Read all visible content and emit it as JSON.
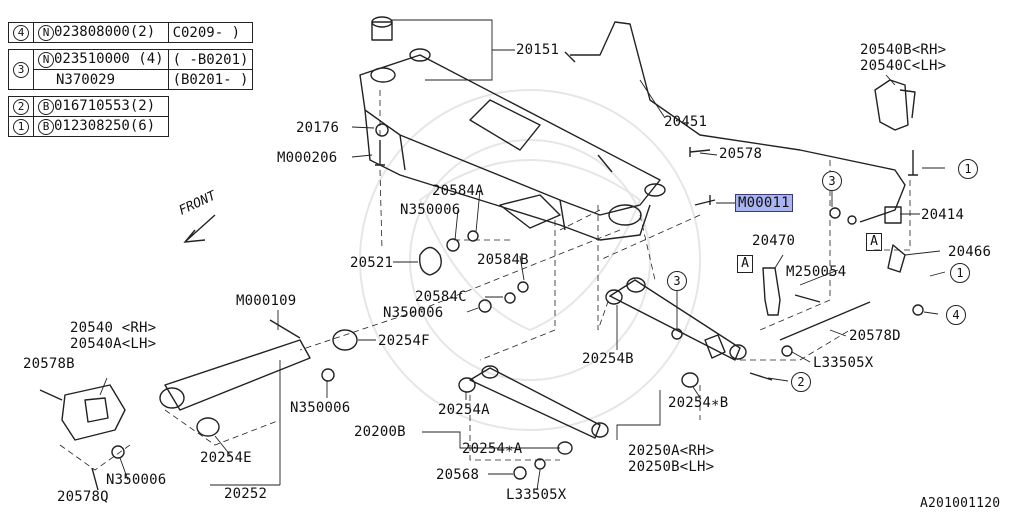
{
  "legend": {
    "rows": [
      {
        "ref": "4",
        "type": "N",
        "part": "023808000(2)",
        "range": "C0209-  )"
      },
      {
        "ref": "3",
        "type": "N",
        "part": "023510000 (4)",
        "range": "(  -B0201)"
      },
      {
        "ref": "",
        "type": "",
        "part": "N370029",
        "range": "(B0201-  )"
      },
      {
        "ref": "2",
        "type": "B",
        "part": "016710553(2)",
        "range": ""
      },
      {
        "ref": "1",
        "type": "B",
        "part": "012308250(6)",
        "range": ""
      }
    ]
  },
  "labels": {
    "p20151": "20151",
    "p20176": "20176",
    "pM000206": "M000206",
    "p20451": "20451",
    "p20578": "20578",
    "pM00011": "M00011",
    "p20540b": "20540B<RH>",
    "p20540c": "20540C<LH>",
    "p20584a": "20584A",
    "pN350006a": "N350006",
    "p20521": "20521",
    "p20584b": "20584B",
    "p20584c": "20584C",
    "pN350006b": "N350006",
    "p20414": "20414",
    "p20470": "20470",
    "p20466": "20466",
    "pM250054": "M250054",
    "pM000109": "M000109",
    "p20540rh": "20540 <RH>",
    "p20540alh": "20540A<LH>",
    "p20254f": "20254F",
    "p20578b": "20578B",
    "pN350006c": "N350006",
    "p20254b": "20254B",
    "p20578d": "20578D",
    "pL33505x1": "L33505X",
    "p20254a": "20254A",
    "p20254starb": "20254∗B",
    "p20200b": "20200B",
    "p20254stara": "20254∗A",
    "p20250a": "20250A<RH>",
    "p20250b": "20250B<LH>",
    "p20254e": "20254E",
    "pN350006d": "N350006",
    "p20568": "20568",
    "pL33505x2": "L33505X",
    "p20578q": "20578Q",
    "p20252": "20252",
    "front": "FRONT",
    "drawing_id": "A201001120"
  },
  "callouts": {
    "c1a": "1",
    "c3a": "3",
    "c1b": "1",
    "c4": "4",
    "c3b": "3",
    "c2": "2",
    "boxA1": "A",
    "boxA2": "A"
  },
  "colors": {
    "line": "#222222",
    "highlight": "#aab4f0"
  }
}
